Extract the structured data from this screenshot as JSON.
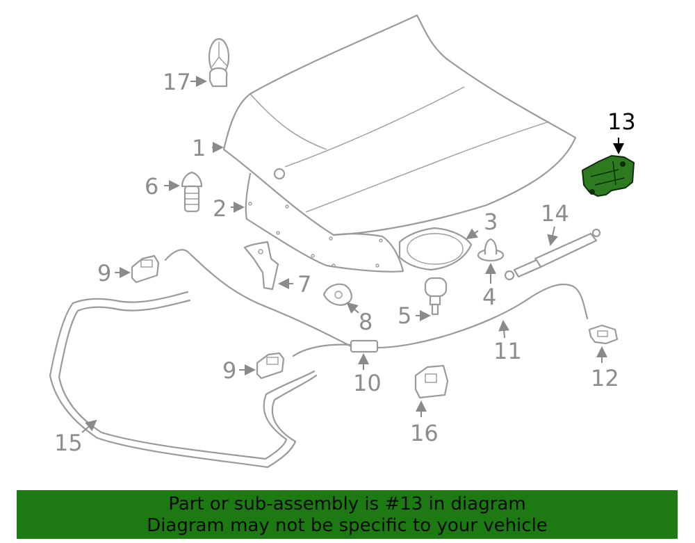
{
  "diagram": {
    "callouts": {
      "c1": "1",
      "c2": "2",
      "c3": "3",
      "c4": "4",
      "c5": "5",
      "c6": "6",
      "c7": "7",
      "c8": "8",
      "c9a": "9",
      "c9b": "9",
      "c10": "10",
      "c11": "11",
      "c12": "12",
      "c13": "13",
      "c14": "14",
      "c15": "15",
      "c16": "16",
      "c17": "17"
    },
    "highlighted_part": "13",
    "highlight_color": "#2d7a1f",
    "banner_color": "#1d7a12"
  },
  "banner": {
    "line1": "Part or sub-assembly is #13 in diagram",
    "line2": "Diagram may not be specific to your vehicle"
  }
}
